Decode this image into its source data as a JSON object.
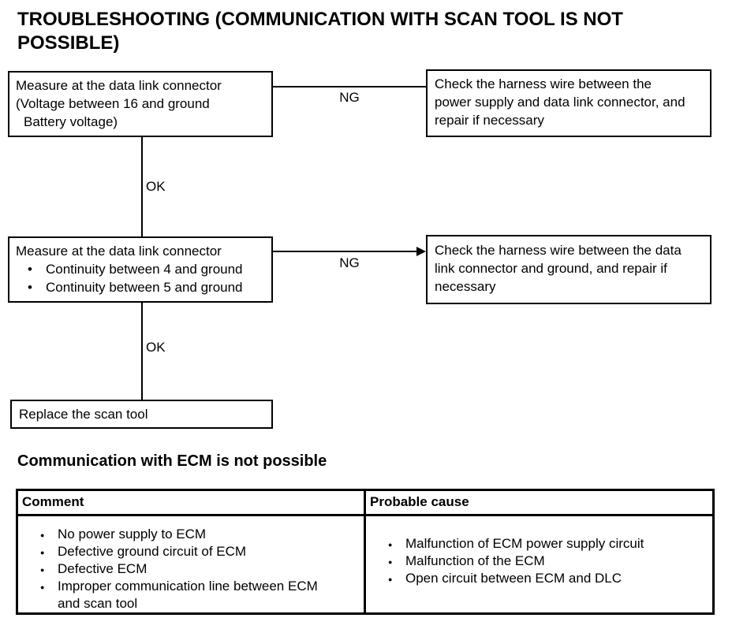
{
  "title": "TROUBLESHOOTING (COMMUNICATION WITH SCAN TOOL IS NOT POSSIBLE)",
  "flowchart": {
    "step1": {
      "line1": "Measure at the data link connector",
      "line2": "(Voltage between 16 and ground",
      "line3": "Battery voltage)"
    },
    "step1_ng_label": "NG",
    "step1_ng_action": "Check the harness wire between the power supply and data link connector, and repair if necessary",
    "step1_ok_label": "OK",
    "step2": {
      "line1": "Measure at the data link connector",
      "bullet1": "Continuity between 4 and ground",
      "bullet2": "Continuity between 5 and ground"
    },
    "step2_ng_label": "NG",
    "step2_ng_action": "Check the harness wire between the data link connector and ground, and repair if necessary",
    "step2_ok_label": "OK",
    "final_step": "Replace the scan tool"
  },
  "section": {
    "heading": "Communication with ECM is not possible",
    "table": {
      "header_comment": "Comment",
      "header_probable_cause": "Probable cause",
      "comment_items": [
        "No power supply to ECM",
        "Defective ground circuit of ECM",
        "Defective ECM",
        "Improper communication line between ECM and scan tool"
      ],
      "probable_cause_items": [
        "Malfunction of ECM power supply circuit",
        "Malfunction of the ECM",
        "Open circuit between ECM and DLC"
      ]
    }
  }
}
